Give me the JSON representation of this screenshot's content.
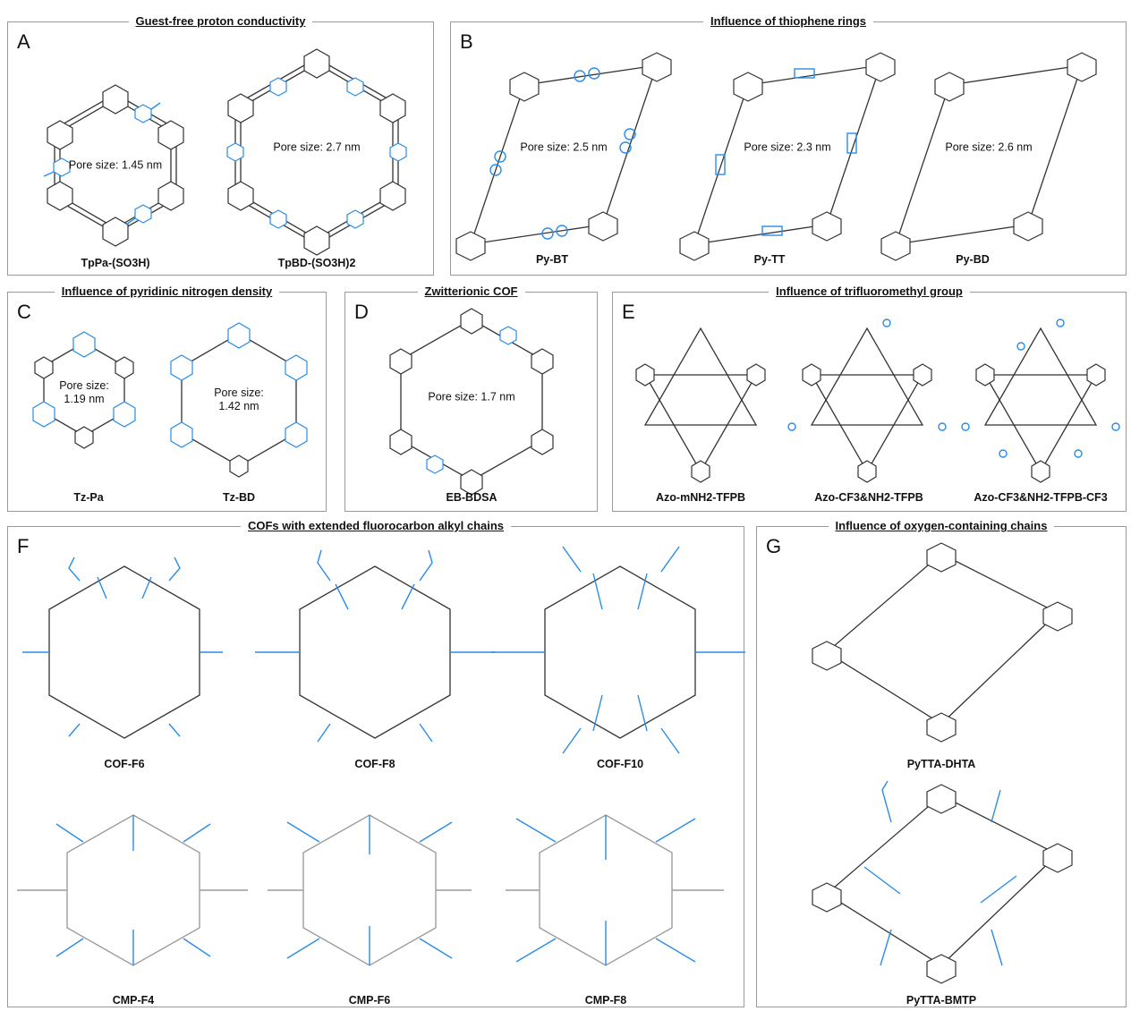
{
  "colors": {
    "structure": "#333333",
    "highlight": "#2a8ce6",
    "cmp_structure": "#9c9c9c",
    "panel_border": "#9a9a9a"
  },
  "panels": {
    "A": {
      "letter": "A",
      "title": "Guest-free proton conductivity",
      "labels": [
        "TpPa-(SO3H)",
        "TpBD-(SO3H)2"
      ],
      "pores": [
        "Pore size: 1.45 nm",
        "Pore size: 2.7 nm"
      ]
    },
    "B": {
      "letter": "B",
      "title": "Influence of thiophene rings",
      "labels": [
        "Py-BT",
        "Py-TT",
        "Py-BD"
      ],
      "pores": [
        "Pore size: 2.5 nm",
        "Pore size: 2.3 nm",
        "Pore size: 2.6 nm"
      ]
    },
    "C": {
      "letter": "C",
      "title": "Influence of pyridinic nitrogen density",
      "labels": [
        "Tz-Pa",
        "Tz-BD"
      ],
      "pores": [
        "Pore size: 1.19 nm",
        "Pore size: 1.42 nm"
      ]
    },
    "D": {
      "letter": "D",
      "title": "Zwitterionic COF",
      "labels": [
        "EB-BDSA"
      ],
      "pores": [
        "Pore size: 1.7 nm"
      ]
    },
    "E": {
      "letter": "E",
      "title": "Influence of trifluoromethyl group",
      "labels": [
        "Azo-mNH2-TFPB",
        "Azo-CF3&NH2-TFPB",
        "Azo-CF3&NH2-TFPB-CF3"
      ]
    },
    "F": {
      "letter": "F",
      "title": "COFs with extended fluorocarbon alkyl chains",
      "labels": [
        "COF-F6",
        "COF-F8",
        "COF-F10",
        "CMP-F4",
        "CMP-F6",
        "CMP-F8"
      ]
    },
    "G": {
      "letter": "G",
      "title": "Influence of oxygen-containing chains",
      "labels": [
        "PyTTA-DHTA",
        "PyTTA-BMTP"
      ]
    }
  }
}
